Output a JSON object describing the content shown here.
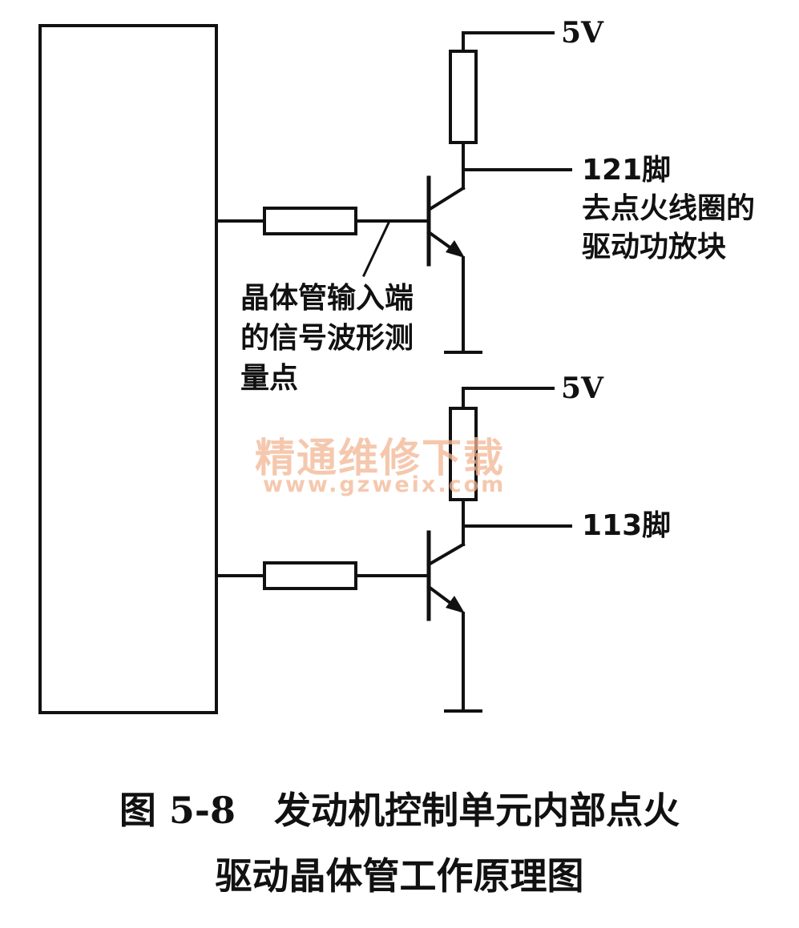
{
  "labels": {
    "vcc_top": "5V",
    "vcc_bottom": "5V",
    "pin_121": "121脚",
    "pin_121_desc_line1": "去点火线圈的",
    "pin_121_desc_line2": "驱动功放块",
    "pin_113": "113脚",
    "measure_line1": "晶体管输入端",
    "measure_line2": "的信号波形测",
    "measure_line3": "量点"
  },
  "caption": {
    "line1": "图 5-8   发动机控制单元内部点火",
    "line2": "驱动晶体管工作原理图"
  },
  "watermark": {
    "cn": "精通维修下载",
    "url": "www.gzweix.com"
  },
  "colors": {
    "ink": "#111111",
    "watermark": "#f2b694"
  }
}
